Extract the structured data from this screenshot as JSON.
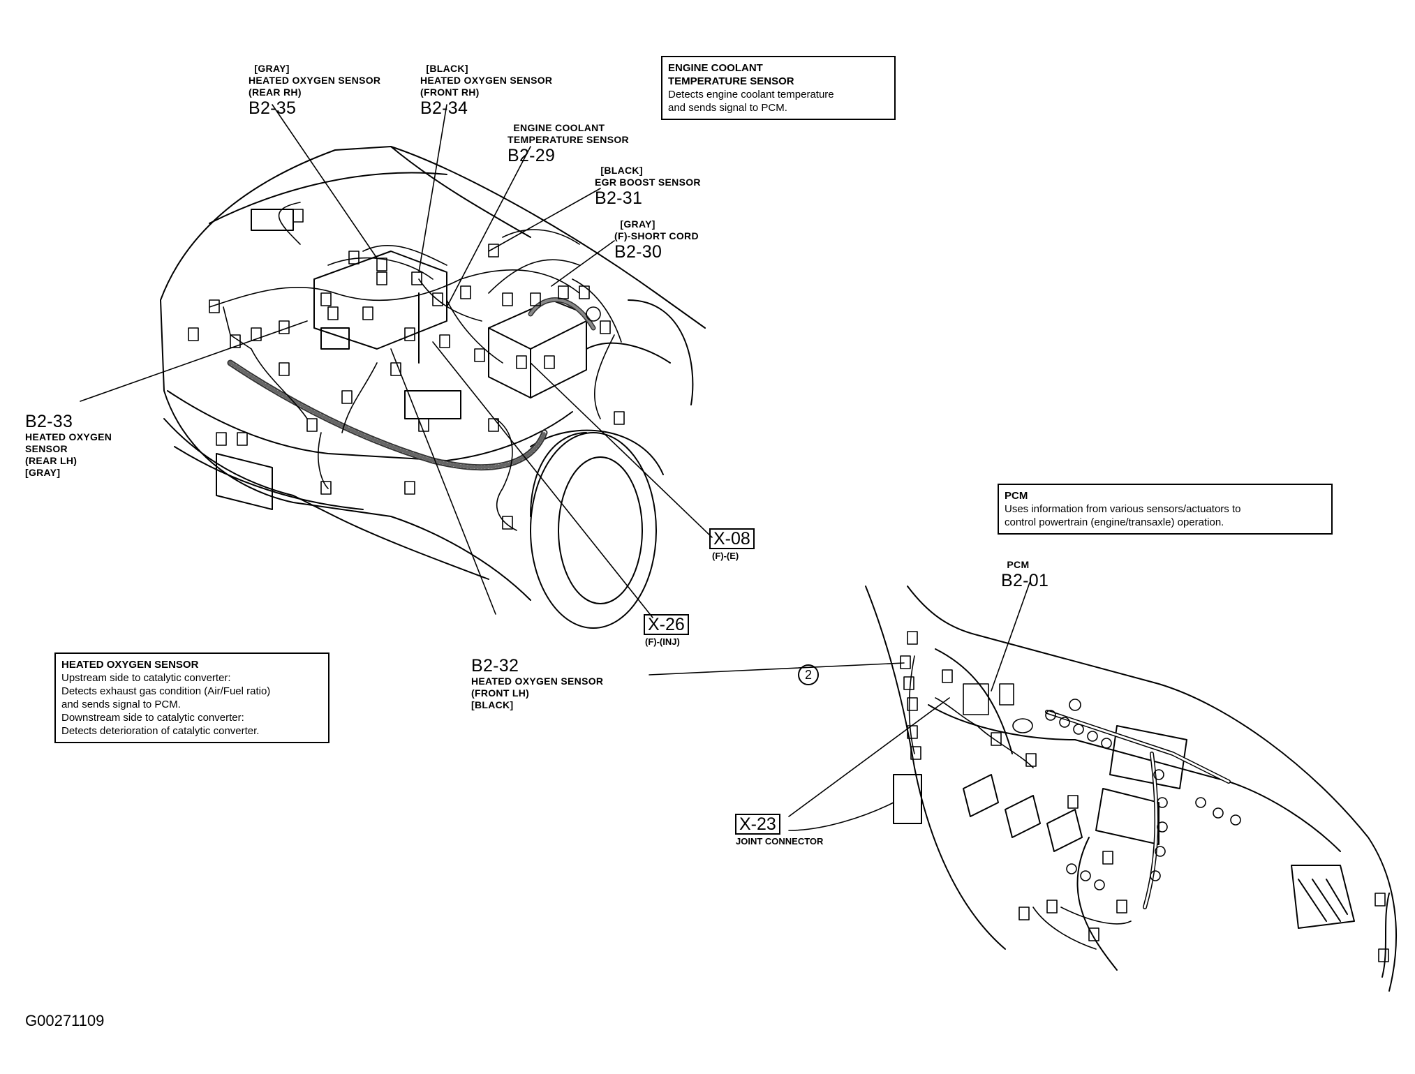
{
  "labels": {
    "b2_35": {
      "tag": "[GRAY]",
      "name": "HEATED OXYGEN SENSOR",
      "pos": "(REAR RH)",
      "code": "B2-35"
    },
    "b2_34": {
      "tag": "[BLACK]",
      "name": "HEATED OXYGEN SENSOR",
      "pos": "(FRONT RH)",
      "code": "B2-34"
    },
    "b2_29": {
      "line1": "ENGINE COOLANT",
      "line2": "TEMPERATURE SENSOR",
      "code": "B2-29"
    },
    "b2_31": {
      "tag": "[BLACK]",
      "name": "EGR BOOST SENSOR",
      "code": "B2-31"
    },
    "b2_30": {
      "tag": "[GRAY]",
      "name": "(F)-SHORT CORD",
      "code": "B2-30"
    },
    "b2_33": {
      "code": "B2-33",
      "line1": "HEATED OXYGEN",
      "line2": "SENSOR",
      "pos": "(REAR LH)",
      "tag": "[GRAY]"
    },
    "b2_32": {
      "code": "B2-32",
      "name": "HEATED OXYGEN SENSOR",
      "pos": "(FRONT LH)",
      "tag": "[BLACK]"
    },
    "x_08": {
      "code": "X-08",
      "sub": "(F)-(E)"
    },
    "x_26": {
      "code": "X-26",
      "sub": "(F)-(INJ)"
    },
    "b2_01": {
      "name": "PCM",
      "code": "B2-01"
    },
    "x_23": {
      "code": "X-23",
      "sub": "JOINT CONNECTOR"
    },
    "circle_2": "2"
  },
  "boxes": {
    "ect": {
      "title1": "ENGINE COOLANT",
      "title2": "TEMPERATURE SENSOR",
      "l1": "Detects engine coolant temperature",
      "l2": "and sends signal to PCM."
    },
    "pcm": {
      "title": "PCM",
      "l1": "Uses information from various sensors/actuators to",
      "l2": "control powertrain (engine/transaxle) operation."
    },
    "ho2s": {
      "title": "HEATED OXYGEN SENSOR",
      "l1": "Upstream side to catalytic converter:",
      "l2": "Detects exhaust gas condition (Air/Fuel ratio)",
      "l3": "and sends signal to PCM.",
      "l4": "Downstream side to catalytic converter:",
      "l5": "Detects deterioration of catalytic converter."
    }
  },
  "figure_id": "G00271109"
}
